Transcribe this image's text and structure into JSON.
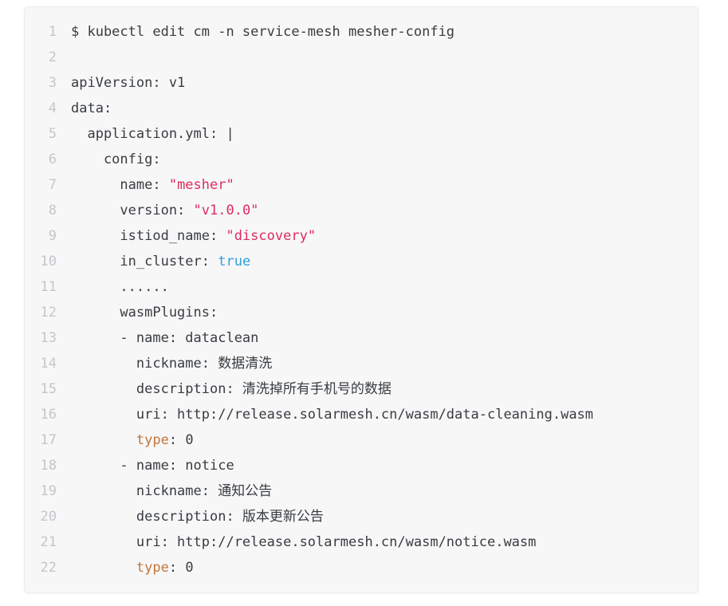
{
  "page": {
    "background": "#ffffff"
  },
  "code_block": {
    "background": "#f7f7f8",
    "border_color": "#ebebed",
    "text_color": "#383c40",
    "line_number_color": "#c3c6cb",
    "token_colors": {
      "d": "#383c40",
      "s": "#dd2c5c",
      "l": "#2d9fd9",
      "k": "#c4753a"
    },
    "token_names": {
      "d": "code-token",
      "s": "string-token",
      "l": "literal-token",
      "k": "keyword-token"
    },
    "lines": [
      {
        "n": "1",
        "segs": [
          [
            "$ kubectl edit cm -n service-mesh mesher-config",
            "d"
          ]
        ]
      },
      {
        "n": "2",
        "segs": []
      },
      {
        "n": "3",
        "segs": [
          [
            "apiVersion: v1",
            "d"
          ]
        ]
      },
      {
        "n": "4",
        "segs": [
          [
            "data:",
            "d"
          ]
        ]
      },
      {
        "n": "5",
        "segs": [
          [
            "  application.yml: |",
            "d"
          ]
        ]
      },
      {
        "n": "6",
        "segs": [
          [
            "    config:",
            "d"
          ]
        ]
      },
      {
        "n": "7",
        "segs": [
          [
            "      name: ",
            "d"
          ],
          [
            "\"mesher\"",
            "s"
          ]
        ]
      },
      {
        "n": "8",
        "segs": [
          [
            "      version: ",
            "d"
          ],
          [
            "\"v1.0.0\"",
            "s"
          ]
        ]
      },
      {
        "n": "9",
        "segs": [
          [
            "      istiod_name: ",
            "d"
          ],
          [
            "\"discovery\"",
            "s"
          ]
        ]
      },
      {
        "n": "10",
        "segs": [
          [
            "      in_cluster: ",
            "d"
          ],
          [
            "true",
            "l"
          ]
        ]
      },
      {
        "n": "11",
        "segs": [
          [
            "      ......",
            "d"
          ]
        ]
      },
      {
        "n": "12",
        "segs": [
          [
            "      wasmPlugins:",
            "d"
          ]
        ]
      },
      {
        "n": "13",
        "segs": [
          [
            "      - name: dataclean",
            "d"
          ]
        ]
      },
      {
        "n": "14",
        "segs": [
          [
            "        nickname: 数据清洗",
            "d"
          ]
        ]
      },
      {
        "n": "15",
        "segs": [
          [
            "        description: 清洗掉所有手机号的数据",
            "d"
          ]
        ]
      },
      {
        "n": "16",
        "segs": [
          [
            "        uri: http://release.solarmesh.cn/wasm/data-cleaning.wasm",
            "d"
          ]
        ]
      },
      {
        "n": "17",
        "segs": [
          [
            "        ",
            "d"
          ],
          [
            "type",
            "k"
          ],
          [
            ": 0",
            "d"
          ]
        ]
      },
      {
        "n": "18",
        "segs": [
          [
            "      - name: notice",
            "d"
          ]
        ]
      },
      {
        "n": "19",
        "segs": [
          [
            "        nickname: 通知公告",
            "d"
          ]
        ]
      },
      {
        "n": "20",
        "segs": [
          [
            "        description: 版本更新公告",
            "d"
          ]
        ]
      },
      {
        "n": "21",
        "segs": [
          [
            "        uri: http://release.solarmesh.cn/wasm/notice.wasm",
            "d"
          ]
        ]
      },
      {
        "n": "22",
        "segs": [
          [
            "        ",
            "d"
          ],
          [
            "type",
            "k"
          ],
          [
            ": 0",
            "d"
          ]
        ]
      }
    ]
  }
}
